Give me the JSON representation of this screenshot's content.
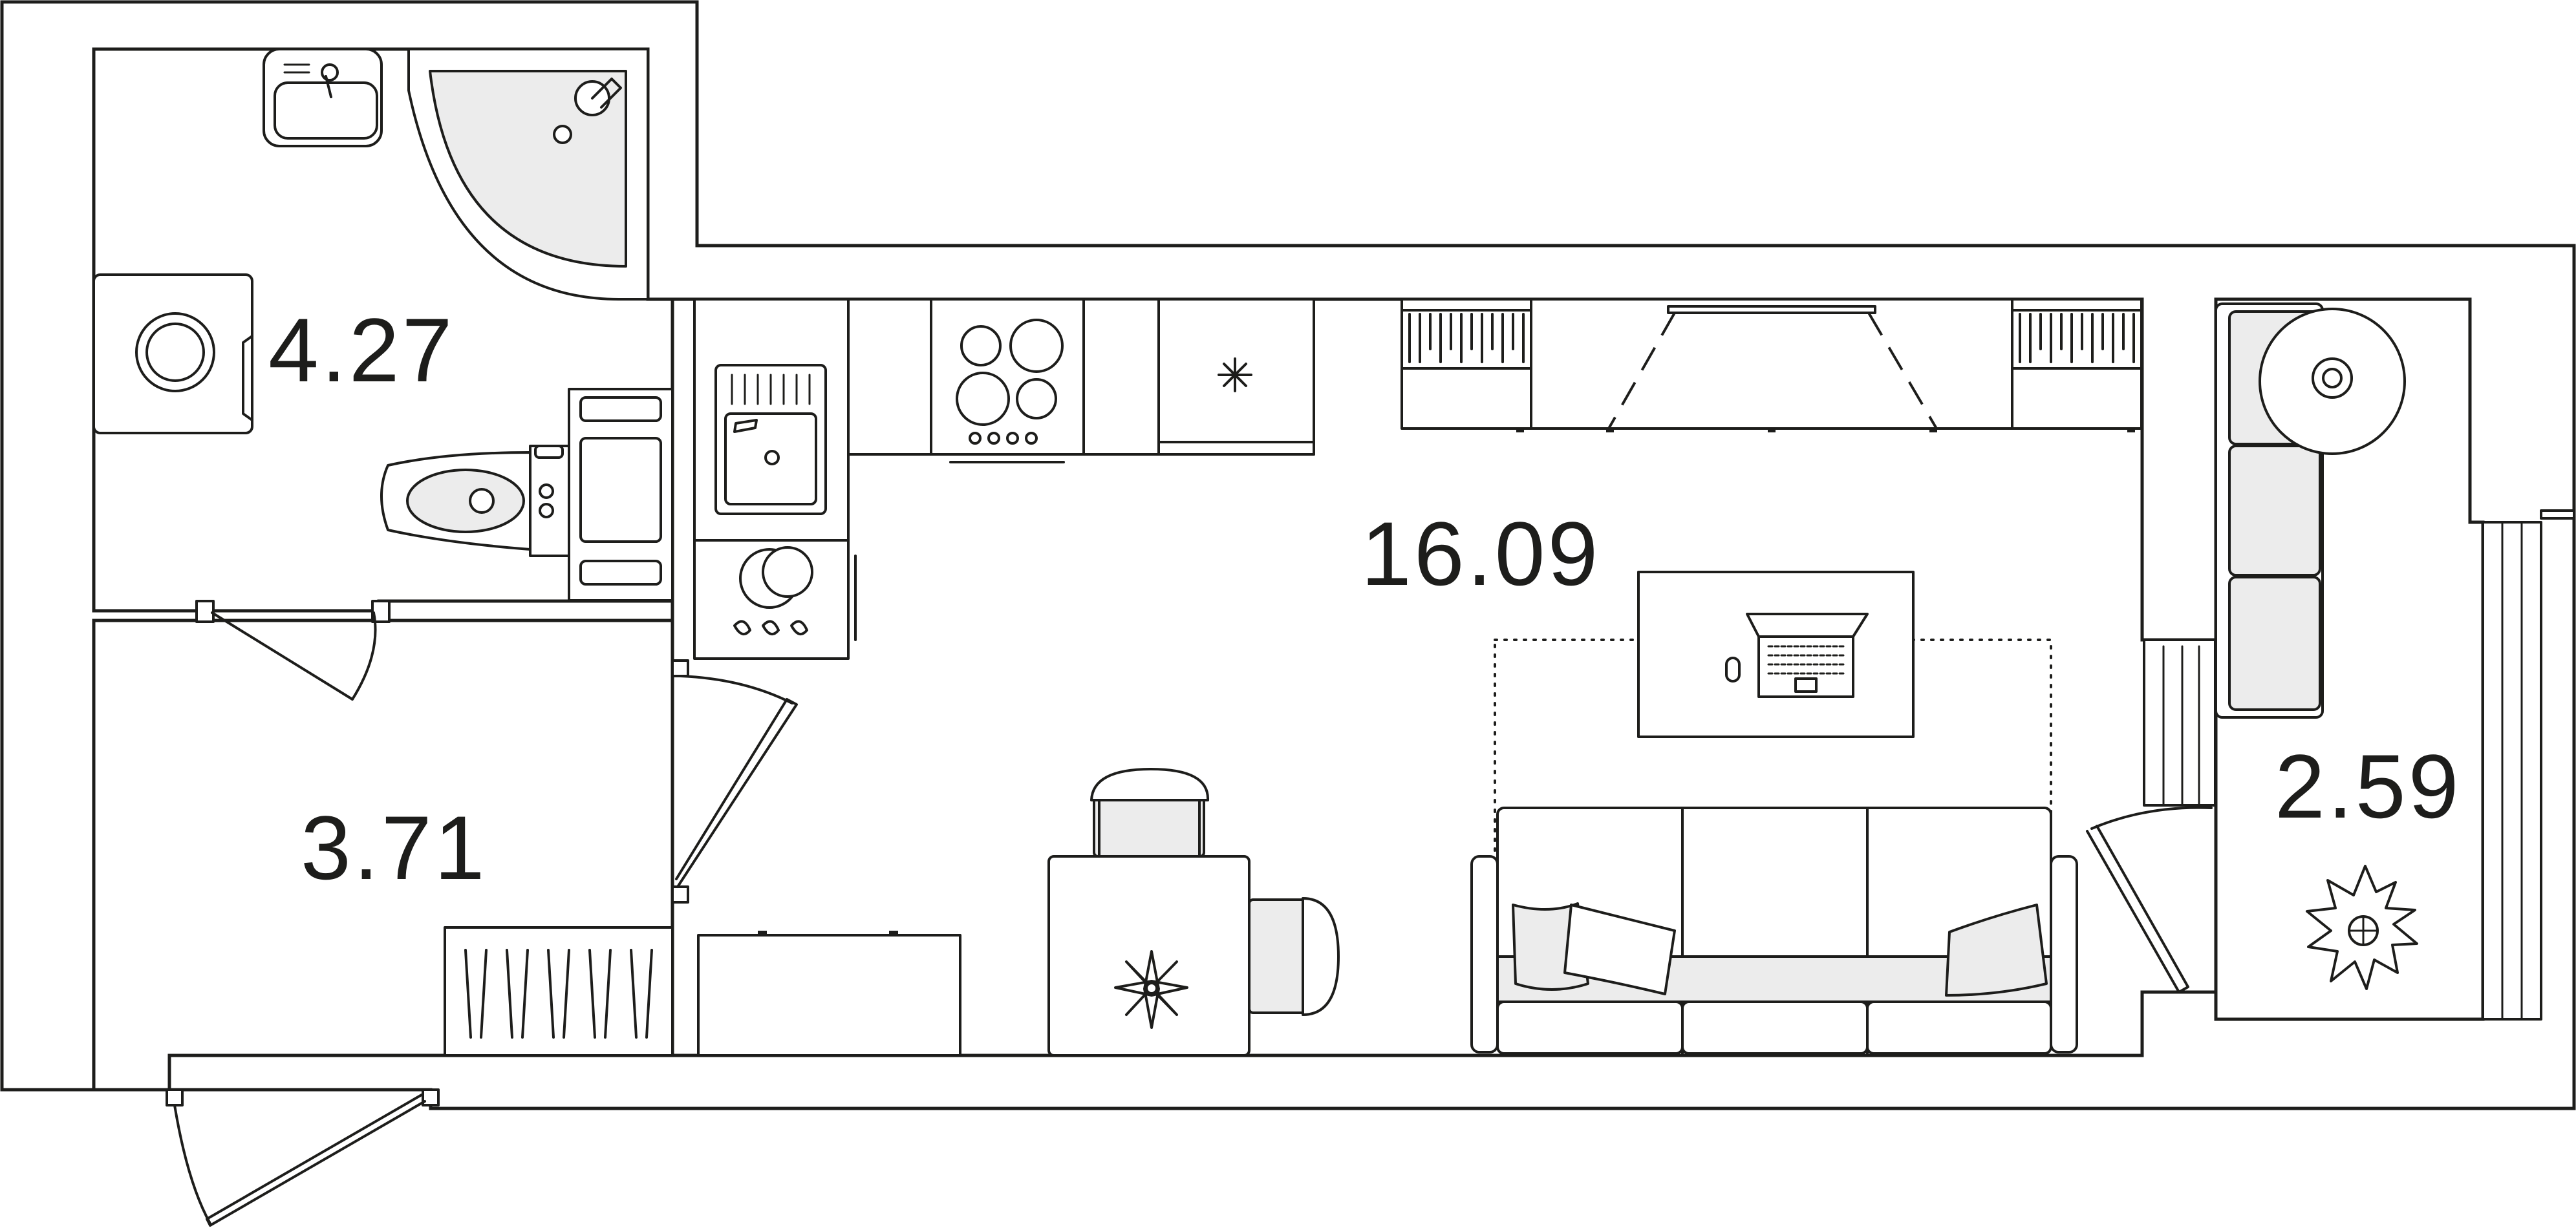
{
  "rooms": {
    "bathroom": {
      "area": "4.27"
    },
    "hallway": {
      "area": "3.71"
    },
    "living_room": {
      "area": "16.09"
    },
    "balcony": {
      "area": "2.59"
    }
  },
  "colors": {
    "stroke": "#1d1d1b",
    "furniture_fill": "#ececec",
    "background": "#ffffff"
  }
}
